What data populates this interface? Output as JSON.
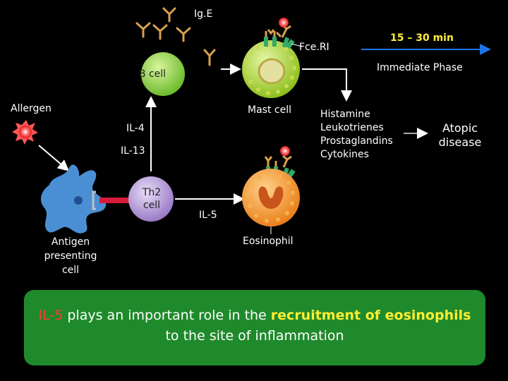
{
  "labels": {
    "ige": "Ig.E",
    "fce_ri": "Fce.RI",
    "time_range": "15 – 30 min",
    "immediate_phase": "Immediate Phase",
    "b_cell": "B cell",
    "allergen": "Allergen",
    "mast_cell": "Mast cell",
    "il4": "IL-4",
    "il13": "IL-13",
    "th2_line1": "Th2",
    "th2_line2": "cell",
    "il5": "IL-5",
    "eosinophil": "Eosinophil",
    "apc_line1": "Antigen",
    "apc_line2": "presenting",
    "apc_line3": "cell",
    "atopic_line1": "Atopic",
    "atopic_line2": "disease"
  },
  "mediators": [
    "Histamine",
    "Leukotrienes",
    "Prostaglandins",
    "Cytokines"
  ],
  "callout": {
    "part1": "IL-5",
    "part2": " plays an important role in the ",
    "part3": "recruitment of eosinophils",
    "part4": " to the site of inflammation"
  },
  "colors": {
    "background": "#000000",
    "b_cell": "#8ed14b",
    "mast_cell": "#9acd32",
    "th2_cell": "#b49ad6",
    "eosinophil": "#f39a2a",
    "eosinophil_nucleus": "#c8551b",
    "apc": "#4a8fd4",
    "antibody": "#d8a050",
    "receptor": "#33aa66",
    "callout_bg": "#1f8a2b",
    "highlight_red": "#ff3b30",
    "highlight_yellow": "#ffee33",
    "timeline_arrow": "#1e73e8"
  }
}
